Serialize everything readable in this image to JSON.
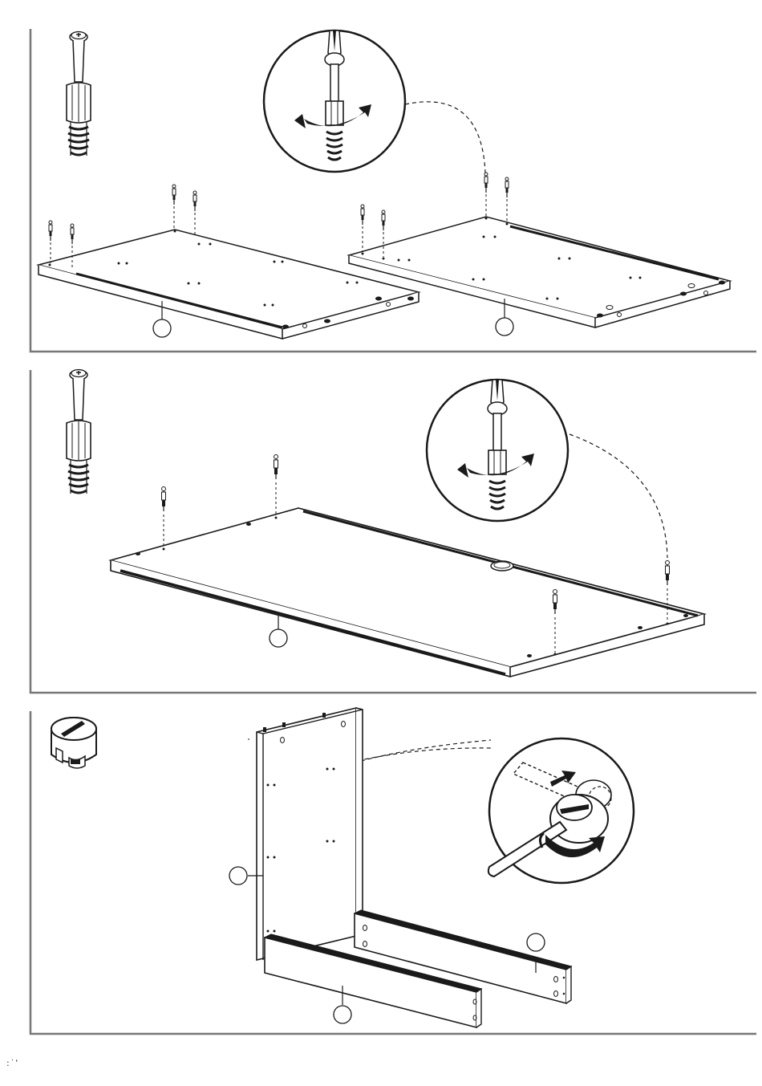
{
  "page": {
    "footer_mark": ":˙'"
  },
  "colors": {
    "line": "#1a1a1a",
    "frame": "#777777",
    "hole": "#222222",
    "background": "#ffffff"
  },
  "steps": [
    {
      "id": "step-a",
      "hardware": "cam-bolt-dowel-icon",
      "tool": "phillips-screwdriver-icon",
      "action": "rotate-clockwise-arrow-icon",
      "parts": [
        "panel-left",
        "panel-right"
      ],
      "part_labels": [
        "",
        ""
      ]
    },
    {
      "id": "step-b",
      "hardware": "cam-bolt-dowel-icon",
      "tool": "phillips-screwdriver-icon",
      "action": "rotate-clockwise-arrow-icon",
      "parts": [
        "top-panel"
      ],
      "part_labels": [
        ""
      ]
    },
    {
      "id": "step-c",
      "hardware": "cam-lock-nut-icon",
      "tool": "flat-screwdriver-icon",
      "action": "rotate-clockwise-arrow-icon",
      "parts": [
        "side-panel",
        "rail-front",
        "rail-back"
      ],
      "part_labels": [
        "",
        "",
        ""
      ]
    }
  ]
}
